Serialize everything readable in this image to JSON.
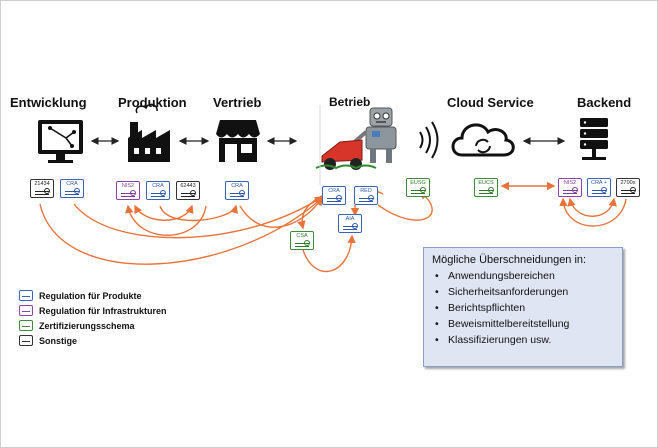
{
  "stages": [
    "Entwicklung",
    "Produktion",
    "Vertrieb",
    "Betrieb",
    "Cloud Service",
    "Backend"
  ],
  "tags": {
    "t21434": "21434",
    "cra_dev": "CRA",
    "nis2_prod": "NIS2",
    "cra_prod": "CRA",
    "t62443": "62443",
    "cra_vertrieb": "CRA",
    "cra_betrieb": "CRA",
    "red": "RED",
    "aia": "AIA",
    "csa": "CSA",
    "eusg": "EUSG",
    "eucs": "EUCS",
    "nis2_backend": "NIS2",
    "cra_backend": "CRA +",
    "t2700x": "2700x"
  },
  "info": {
    "title": "Mögliche Überschneidungen in:",
    "items": [
      "Anwendungsbereichen",
      "Sicherheitsanforderungen",
      "Berichtspflichten",
      "Beweismittelbereitstellung",
      "Klassifizierungen usw."
    ]
  },
  "legend": [
    {
      "label": "Regulation für Produkte",
      "color": "#3a63b5"
    },
    {
      "label": "Regulation für Infrastrukturen",
      "color": "#8a42a8"
    },
    {
      "label": "Zertifizierungsschema",
      "color": "#3d8a3a"
    },
    {
      "label": "Sonstige",
      "color": "#333333"
    }
  ],
  "colors": {
    "connector": "#e8743b",
    "arrow": "#222222",
    "info_bg": "#dfe5f3"
  }
}
